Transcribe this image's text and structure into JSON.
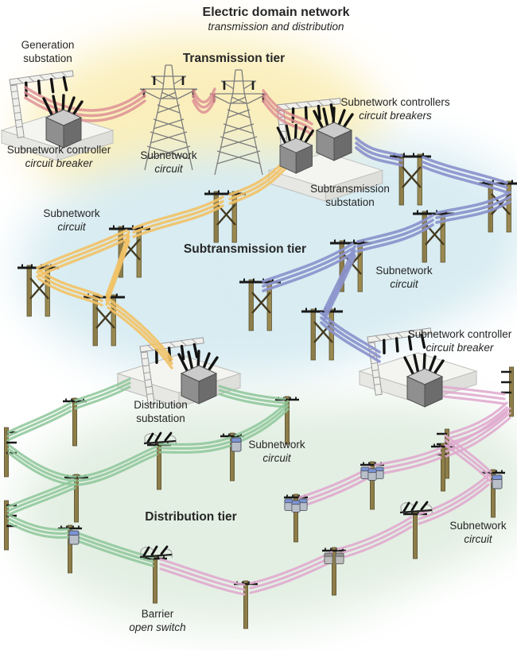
{
  "title": "Electric domain network",
  "subtitle": "transmission and distribution",
  "tiers": {
    "transmission": "Transmission tier",
    "subtransmission": "Subtransmission tier",
    "distribution": "Distribution tier"
  },
  "labels": {
    "generation_substation": {
      "line1": "Generation",
      "line2": "substation"
    },
    "generation_controller": {
      "line1": "Subnetwork controller",
      "line2": "circuit breaker"
    },
    "transmission_circuit": {
      "line1": "Subnetwork",
      "line2": "circuit"
    },
    "subtransmission_controllers": {
      "line1": "Subnetwork controllers",
      "line2": "circuit breakers"
    },
    "subtransmission_substation": {
      "line1": "Subtransmission",
      "line2": "substation"
    },
    "subtransmission_circuit_left": {
      "line1": "Subnetwork",
      "line2": "circuit"
    },
    "subtransmission_circuit_right": {
      "line1": "Subnetwork",
      "line2": "circuit"
    },
    "distribution_controller": {
      "line1": "Subnetwork controller",
      "line2": "circuit breaker"
    },
    "distribution_substation": {
      "line1": "Distribution",
      "line2": "substation"
    },
    "distribution_circuit_left": {
      "line1": "Subnetwork",
      "line2": "circuit"
    },
    "distribution_circuit_right": {
      "line1": "Subnetwork",
      "line2": "circuit"
    },
    "barrier": {
      "line1": "Barrier",
      "line2": "open switch"
    }
  },
  "colors": {
    "line_transmission": "#dd8e92",
    "line_subtransmission_a": "#f2c266",
    "line_subtransmission_b": "#8b93cc",
    "line_distribution_a": "#8fc79b",
    "line_distribution_b": "#dfa9ce",
    "glow_transmission": "#faefbc",
    "tint_subtransmission": "#d8ecf2",
    "tint_distribution": "#e3efe3"
  }
}
